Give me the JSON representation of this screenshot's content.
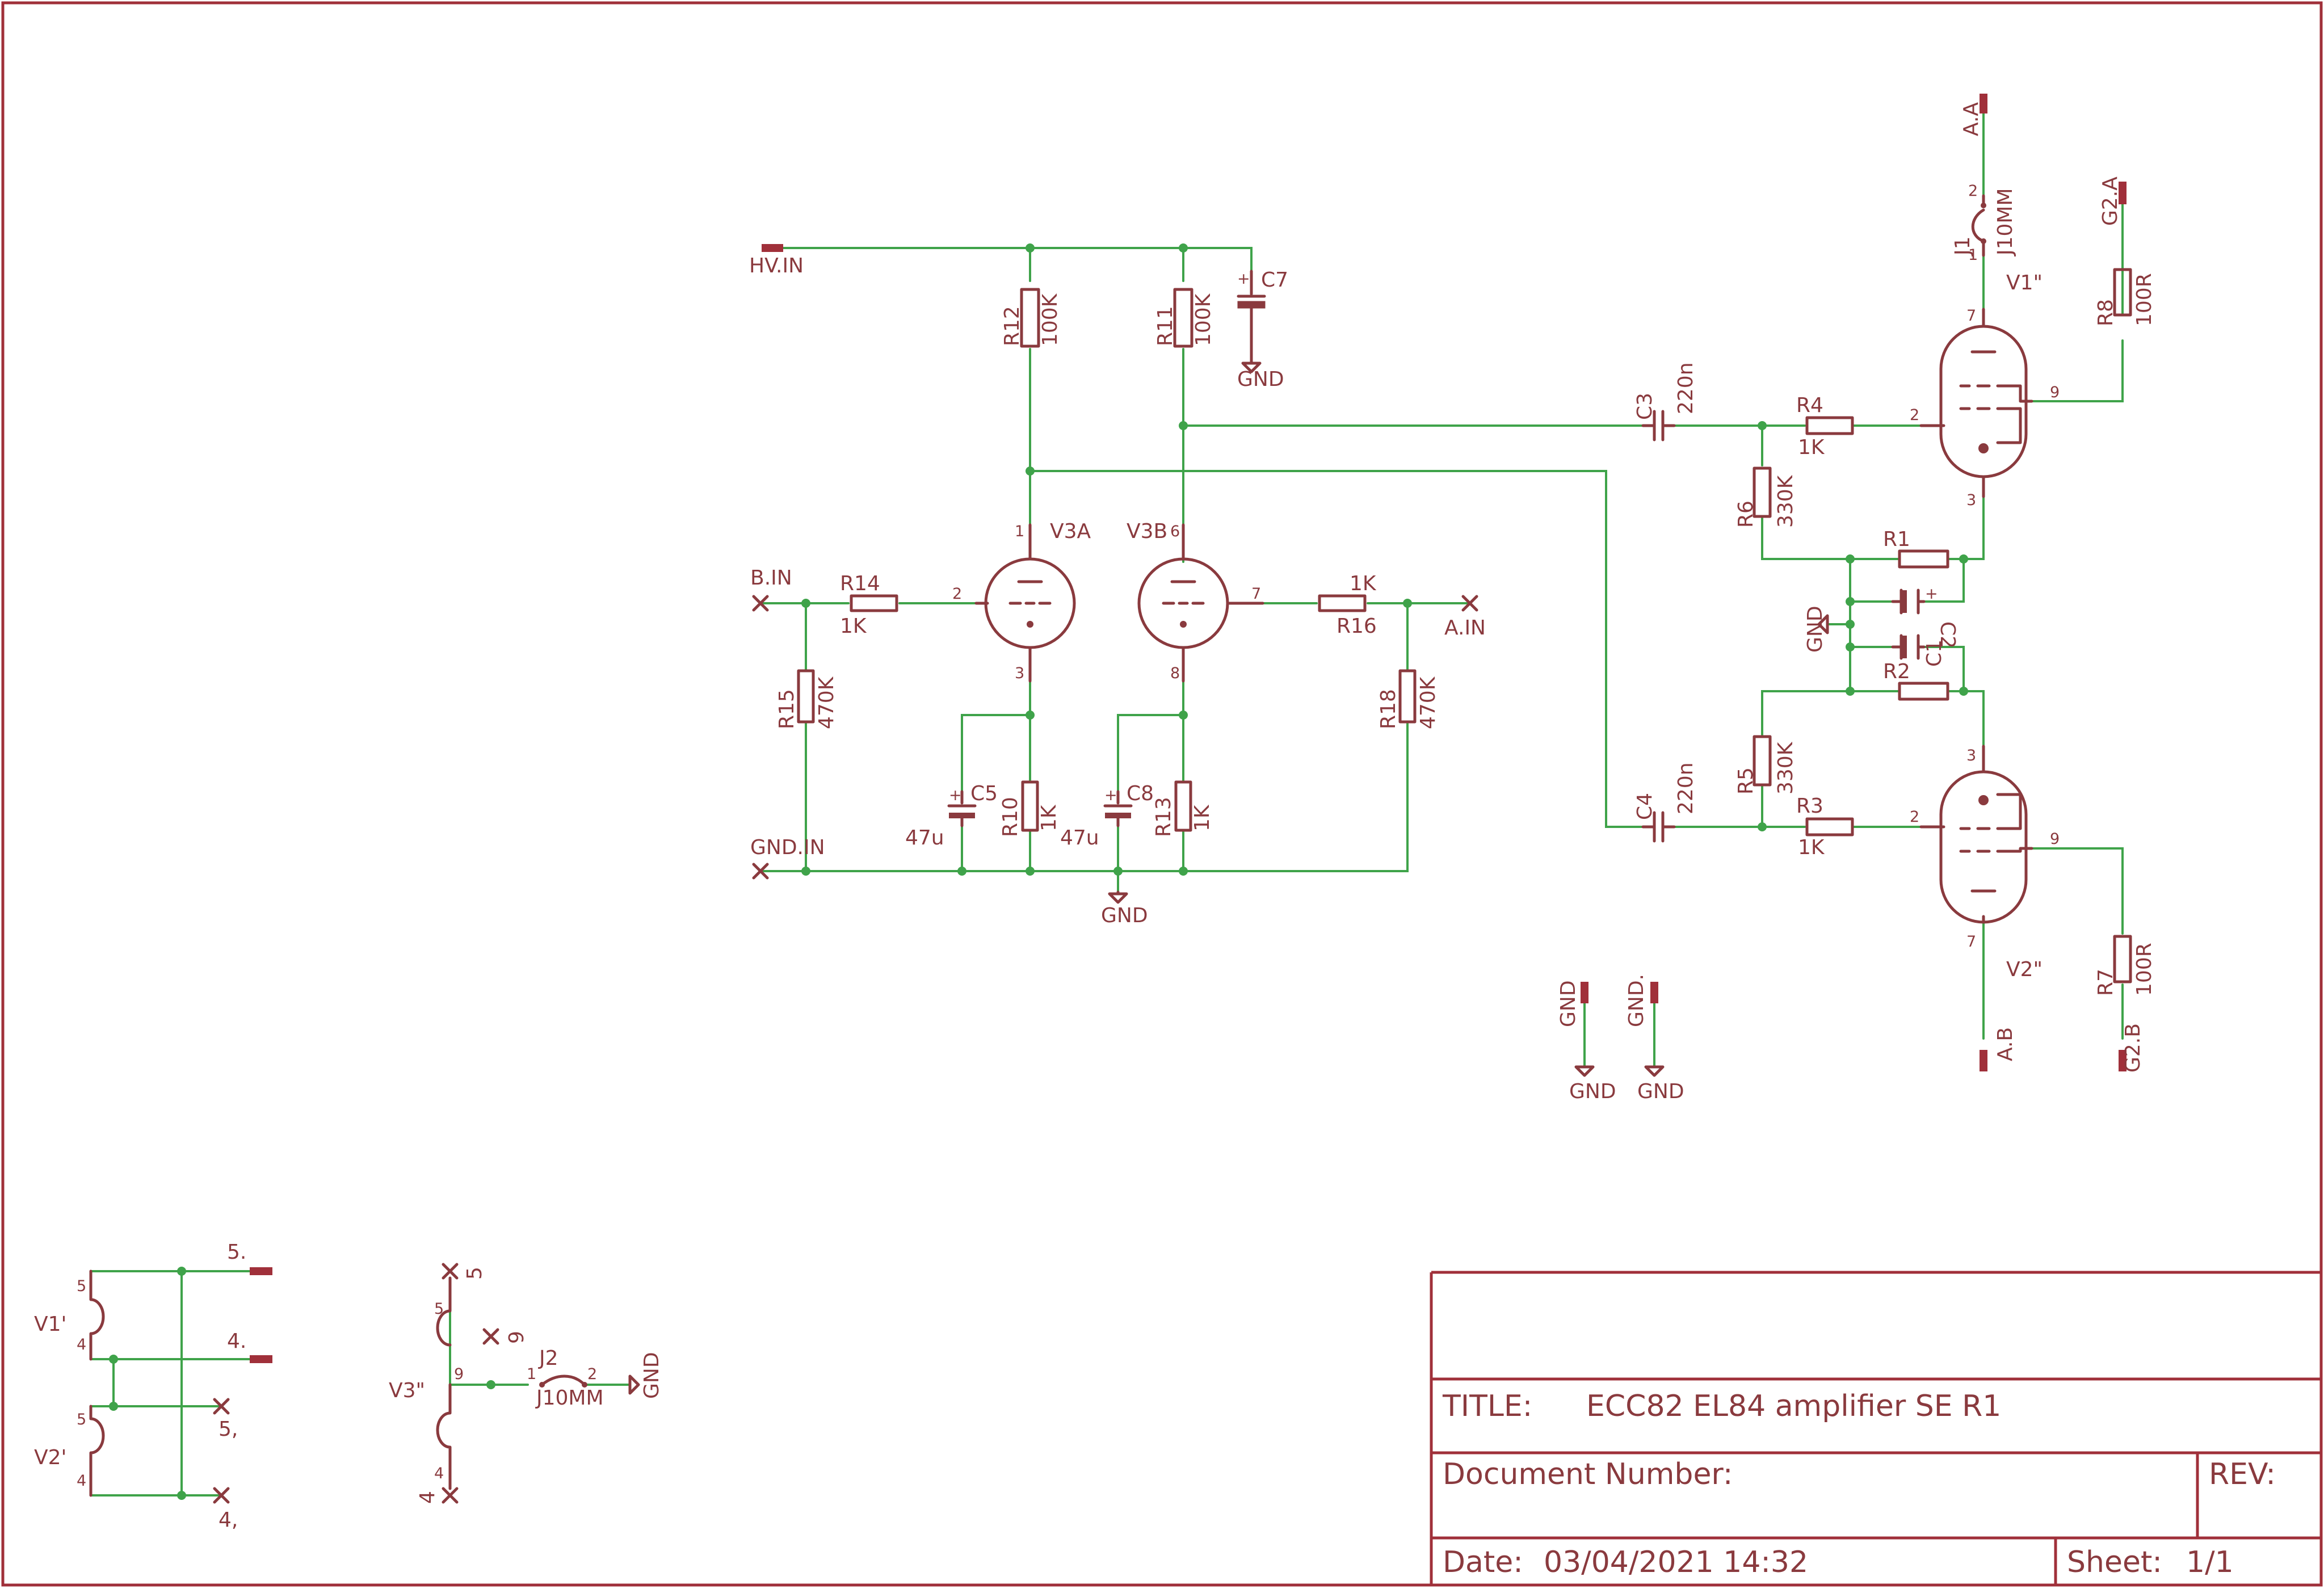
{
  "title_block": {
    "title_label": "TITLE:",
    "title_value": "ECC82 EL84 amplifier SE R1",
    "docnum_label": "Document Number:",
    "rev_label": "REV:",
    "date_label": "Date:",
    "date_value": "03/04/2021 14:32",
    "sheet_label": "Sheet:",
    "sheet_value": "1/1"
  },
  "labels": {
    "hv_in": "HV.IN",
    "b_in": "B.IN",
    "a_in": "A.IN",
    "gnd_in": "GND.IN",
    "aa": "A.A",
    "ab": "A.B",
    "g2a": "G2.A",
    "g2b": "G2.B",
    "gnd": "GND",
    "gnd_dot": "GND.",
    "c5_45": "5.",
    "c4_45": "4.",
    "c5_comma": "5,",
    "c4_comma": "4,",
    "nc5": "5",
    "nc9": "9",
    "nc4": "4"
  },
  "components": {
    "r1": {
      "name": "R1"
    },
    "r2": {
      "name": "R2"
    },
    "r3": {
      "name": "R3",
      "value": "1K"
    },
    "r4": {
      "name": "R4",
      "value": "1K"
    },
    "r5": {
      "name": "R5",
      "value": "330K"
    },
    "r6": {
      "name": "R6",
      "value": "330K"
    },
    "r7": {
      "name": "R7",
      "value": "100R"
    },
    "r8": {
      "name": "R8",
      "value": "100R"
    },
    "r10": {
      "name": "R10",
      "value": "1K"
    },
    "r11": {
      "name": "R11",
      "value": "100K"
    },
    "r12": {
      "name": "R12",
      "value": "100K"
    },
    "r13": {
      "name": "R13",
      "value": "1K"
    },
    "r14": {
      "name": "R14",
      "value": "1K"
    },
    "r15": {
      "name": "R15",
      "value": "470K"
    },
    "r16": {
      "name": "R16",
      "value": "1K"
    },
    "r18": {
      "name": "R18",
      "value": "470K"
    },
    "c1": {
      "name": "C1"
    },
    "c2": {
      "name": "C2"
    },
    "c3": {
      "name": "C3",
      "value": "220n"
    },
    "c4": {
      "name": "C4",
      "value": "220n"
    },
    "c5": {
      "name": "C5",
      "value": "47u"
    },
    "c7": {
      "name": "C7"
    },
    "c8": {
      "name": "C8",
      "value": "47u"
    },
    "v3a": {
      "name": "V3A"
    },
    "v3b": {
      "name": "V3B"
    },
    "v1": {
      "name": "V1\""
    },
    "v2": {
      "name": "V2\""
    },
    "v1h": {
      "name": "V1'"
    },
    "v2h": {
      "name": "V2'"
    },
    "v3h": {
      "name": "V3\""
    },
    "j1": {
      "name": "J1",
      "value": "J10MM"
    },
    "j2": {
      "name": "J2",
      "value": "J10MM"
    }
  },
  "pins": {
    "p1": "1",
    "p2": "2",
    "p3": "3",
    "p4": "4",
    "p5": "5",
    "p6": "6",
    "p7": "7",
    "p8": "8",
    "p9": "9",
    "plus": "+"
  }
}
